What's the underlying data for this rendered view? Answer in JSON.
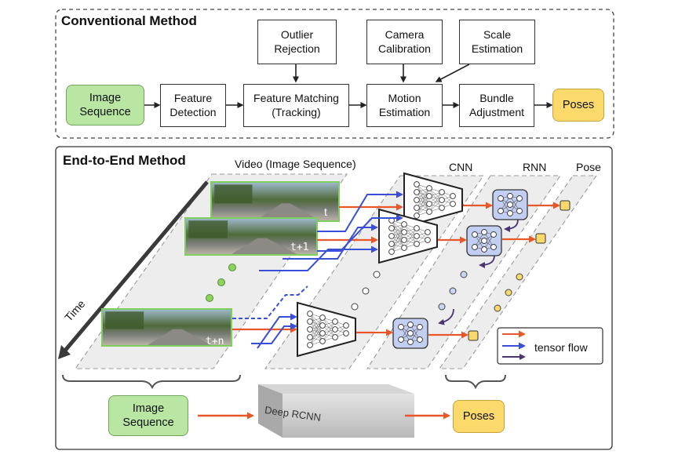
{
  "conventional": {
    "title": "Conventional Method",
    "image_sequence": "Image\nSequence",
    "feature_detection": "Feature\nDetection",
    "feature_matching": "Feature Matching\n(Tracking)",
    "outlier_rejection": "Outlier\nRejection",
    "camera_calibration": "Camera\nCalibration",
    "scale_estimation": "Scale\nEstimation",
    "motion_estimation": "Motion\nEstimation",
    "bundle_adjustment": "Bundle\nAdjustment",
    "poses": "Poses"
  },
  "end_to_end": {
    "title": "End-to-End Method",
    "video_label": "Video (Image Sequence)",
    "cnn_label": "CNN",
    "rnn_label": "RNN",
    "pose_label": "Pose",
    "time_label": "Time",
    "frame_labels": [
      "t",
      "t+1",
      "t+n"
    ],
    "image_sequence": "Image\nSequence",
    "deep_rcnn": "Deep RCNN",
    "poses": "Poses",
    "legend_label": "tensor flow"
  },
  "colors": {
    "orange_flow": "#e8572a",
    "blue_flow": "#3a4fd8",
    "purple_flow": "#4a3570",
    "green_box": "#b9e6a2",
    "yellow_box": "#fbd96a",
    "rnn_fill": "#c3cff2"
  }
}
